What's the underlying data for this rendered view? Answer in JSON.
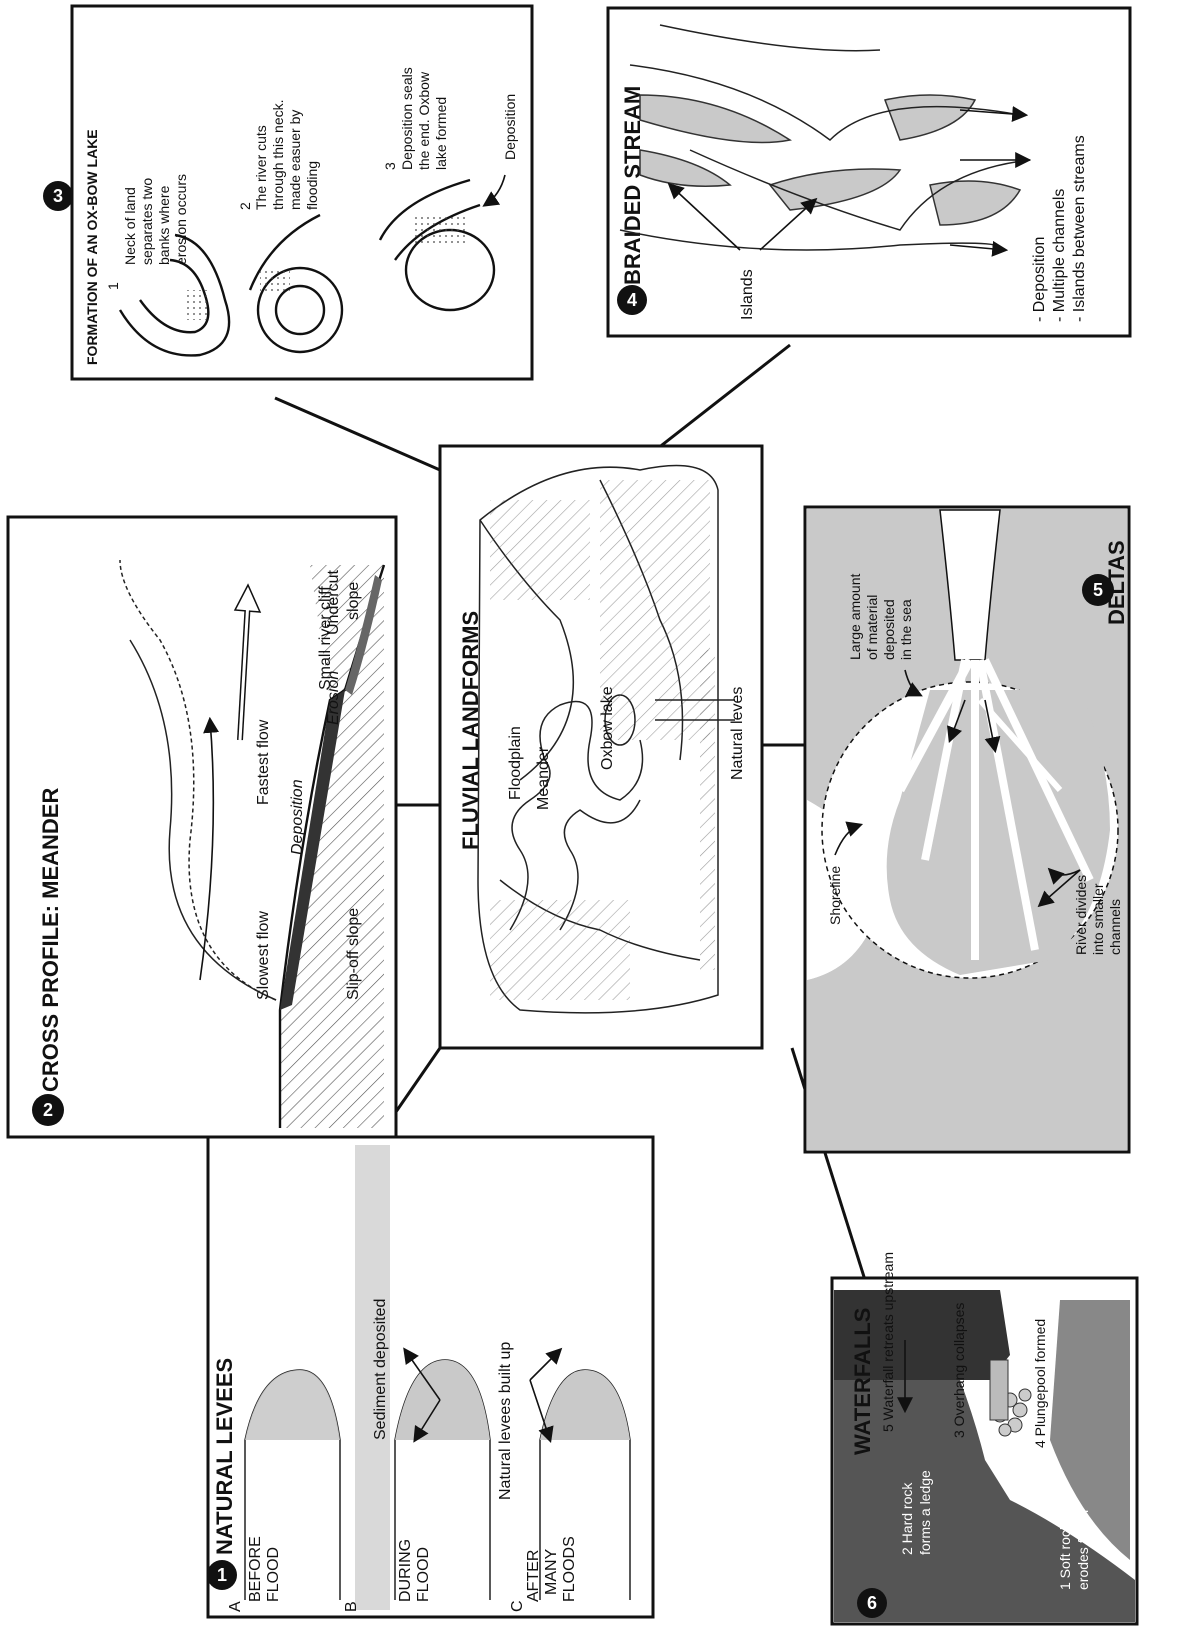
{
  "center": {
    "title": "FLUVIAL LANDFORMS",
    "labels": [
      "Floodplain",
      "Meander",
      "Oxbow lake",
      "Natural leves"
    ]
  },
  "panel_levees": {
    "number": "1",
    "title": "NATURAL LEVEES",
    "stage_a_letter": "A",
    "stage_a_l1": "BEFORE",
    "stage_a_l2": "FLOOD",
    "stage_b_letter": "B",
    "stage_b_l1": "DURING",
    "stage_b_l2": "FLOOD",
    "stage_c_letter": "C",
    "stage_c_l1": "AFTER",
    "stage_c_l2": "MANY",
    "stage_c_l3": "FLOODS",
    "label_sediment": "Sediment deposited",
    "label_levees": "Natural levees built up"
  },
  "panel_meander": {
    "number": "2",
    "title": "CROSS PROFILE: MEANDER",
    "small_cliff": "Small river cliff",
    "fastest_flow": "Fastest flow",
    "deposition": "Deposition",
    "erosion": "Erosion",
    "undercut": "Undercut",
    "slope": "slope",
    "slowest_flow": "Slowest flow",
    "slip_off": "Slip-off slope"
  },
  "panel_oxbow": {
    "number": "3",
    "title": "FORMATION OF AN OX-BOW LAKE",
    "step1_num": "1",
    "step1_l1": "Neck of land",
    "step1_l2": "separates two",
    "step1_l3": "banks where",
    "step1_l4": "erosion occurs",
    "step2_num": "2",
    "step2_l1": "The river cuts",
    "step2_l2": "through this neck.",
    "step2_l3": "made easuer by",
    "step2_l4": "flooding",
    "step3_num": "3",
    "step3_l1": "Deposition seals",
    "step3_l2": "the end. Oxbow",
    "step3_l3": "lake formed",
    "deposition": "Deposition"
  },
  "panel_braided": {
    "number": "4",
    "title": "BRAIDED STREAM",
    "islands": "Islands",
    "bullet1": "- Deposition",
    "bullet2": "- Multiple channels",
    "bullet3": "- Islands between streams"
  },
  "panel_deltas": {
    "number": "5",
    "title": "DELTAS",
    "large_l1": "Large amount",
    "large_l2": "of material",
    "large_l3": "deposited",
    "large_l4": "in the sea",
    "shoreline": "Shoreline",
    "river_l1": "River divides",
    "river_l2": "into smaller",
    "river_l3": "channels"
  },
  "panel_waterfalls": {
    "number": "6",
    "title": "WATERFALLS",
    "step5": "5 Waterfall retreats upstream",
    "step3": "3 Overhang collapses",
    "step4": "4 Plungepool formed",
    "step2_l1": "2 Hard rock",
    "step2_l2": "forms a ledge",
    "step1_l1": "1 Soft rock",
    "step1_l2": "erodes faster"
  }
}
